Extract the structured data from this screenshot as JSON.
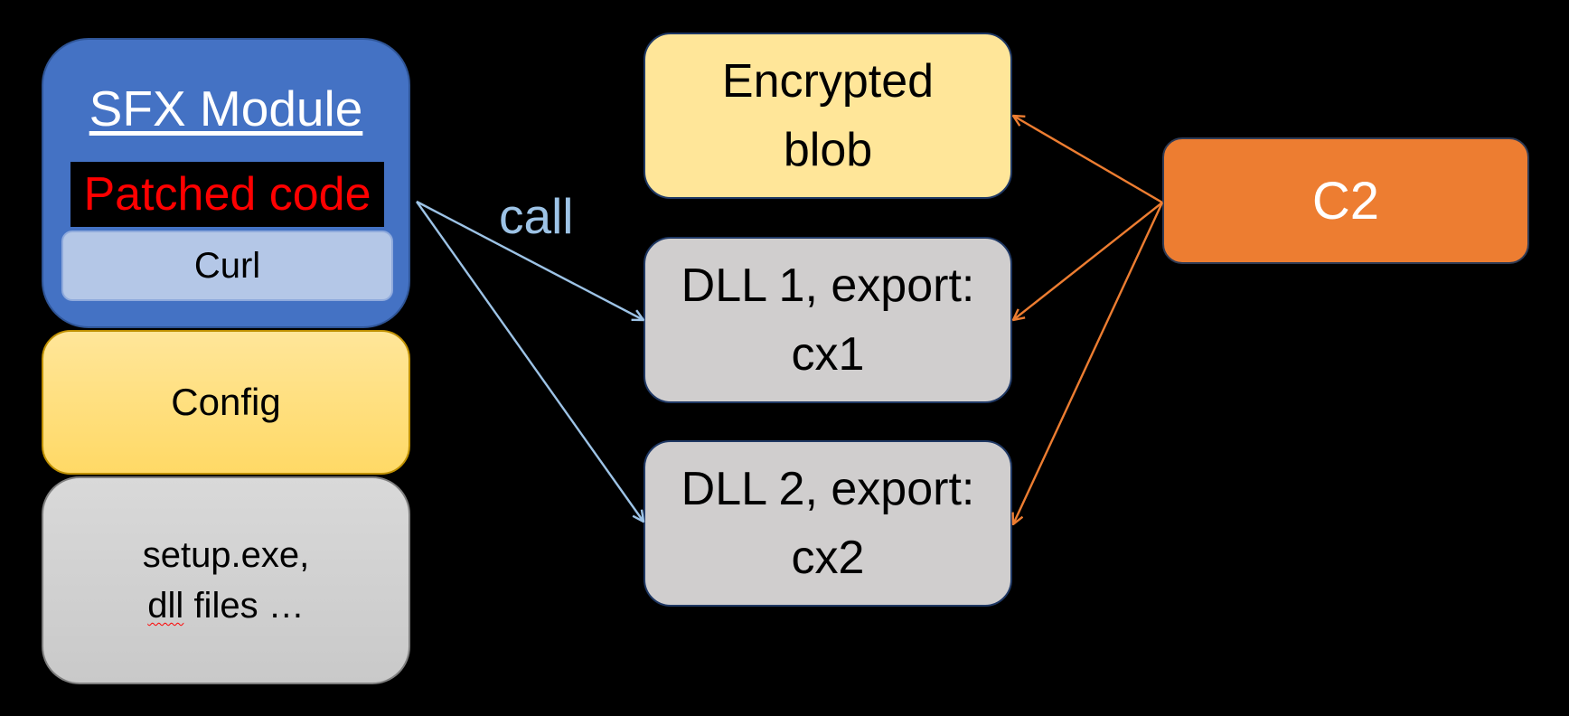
{
  "sfx": {
    "title": "SFX Module",
    "patched": "Patched code",
    "curl": "Curl"
  },
  "config": {
    "label": "Config"
  },
  "setup": {
    "line1": "setup.exe,",
    "line2_word": "dll",
    "line2_rest": " files …"
  },
  "blob": {
    "line1": "Encrypted",
    "line2": "blob"
  },
  "dll1": {
    "line1": "DLL 1, export:",
    "line2": "cx1"
  },
  "dll2": {
    "line1": "DLL 2, export:",
    "line2": "cx2"
  },
  "c2": {
    "label": "C2"
  },
  "call": {
    "label": "call"
  },
  "colors": {
    "sfx_fill": "#4472c4",
    "patched_text": "#ff0000",
    "curl_fill": "#b4c7e7",
    "config_fill": "#ffd966",
    "setup_fill": "#d0cece",
    "blob_fill": "#ffe699",
    "dll_fill": "#d0cece",
    "c2_fill": "#ed7d31",
    "call_arrow": "#9dc3e6",
    "c2_arrow": "#ed7d31"
  }
}
